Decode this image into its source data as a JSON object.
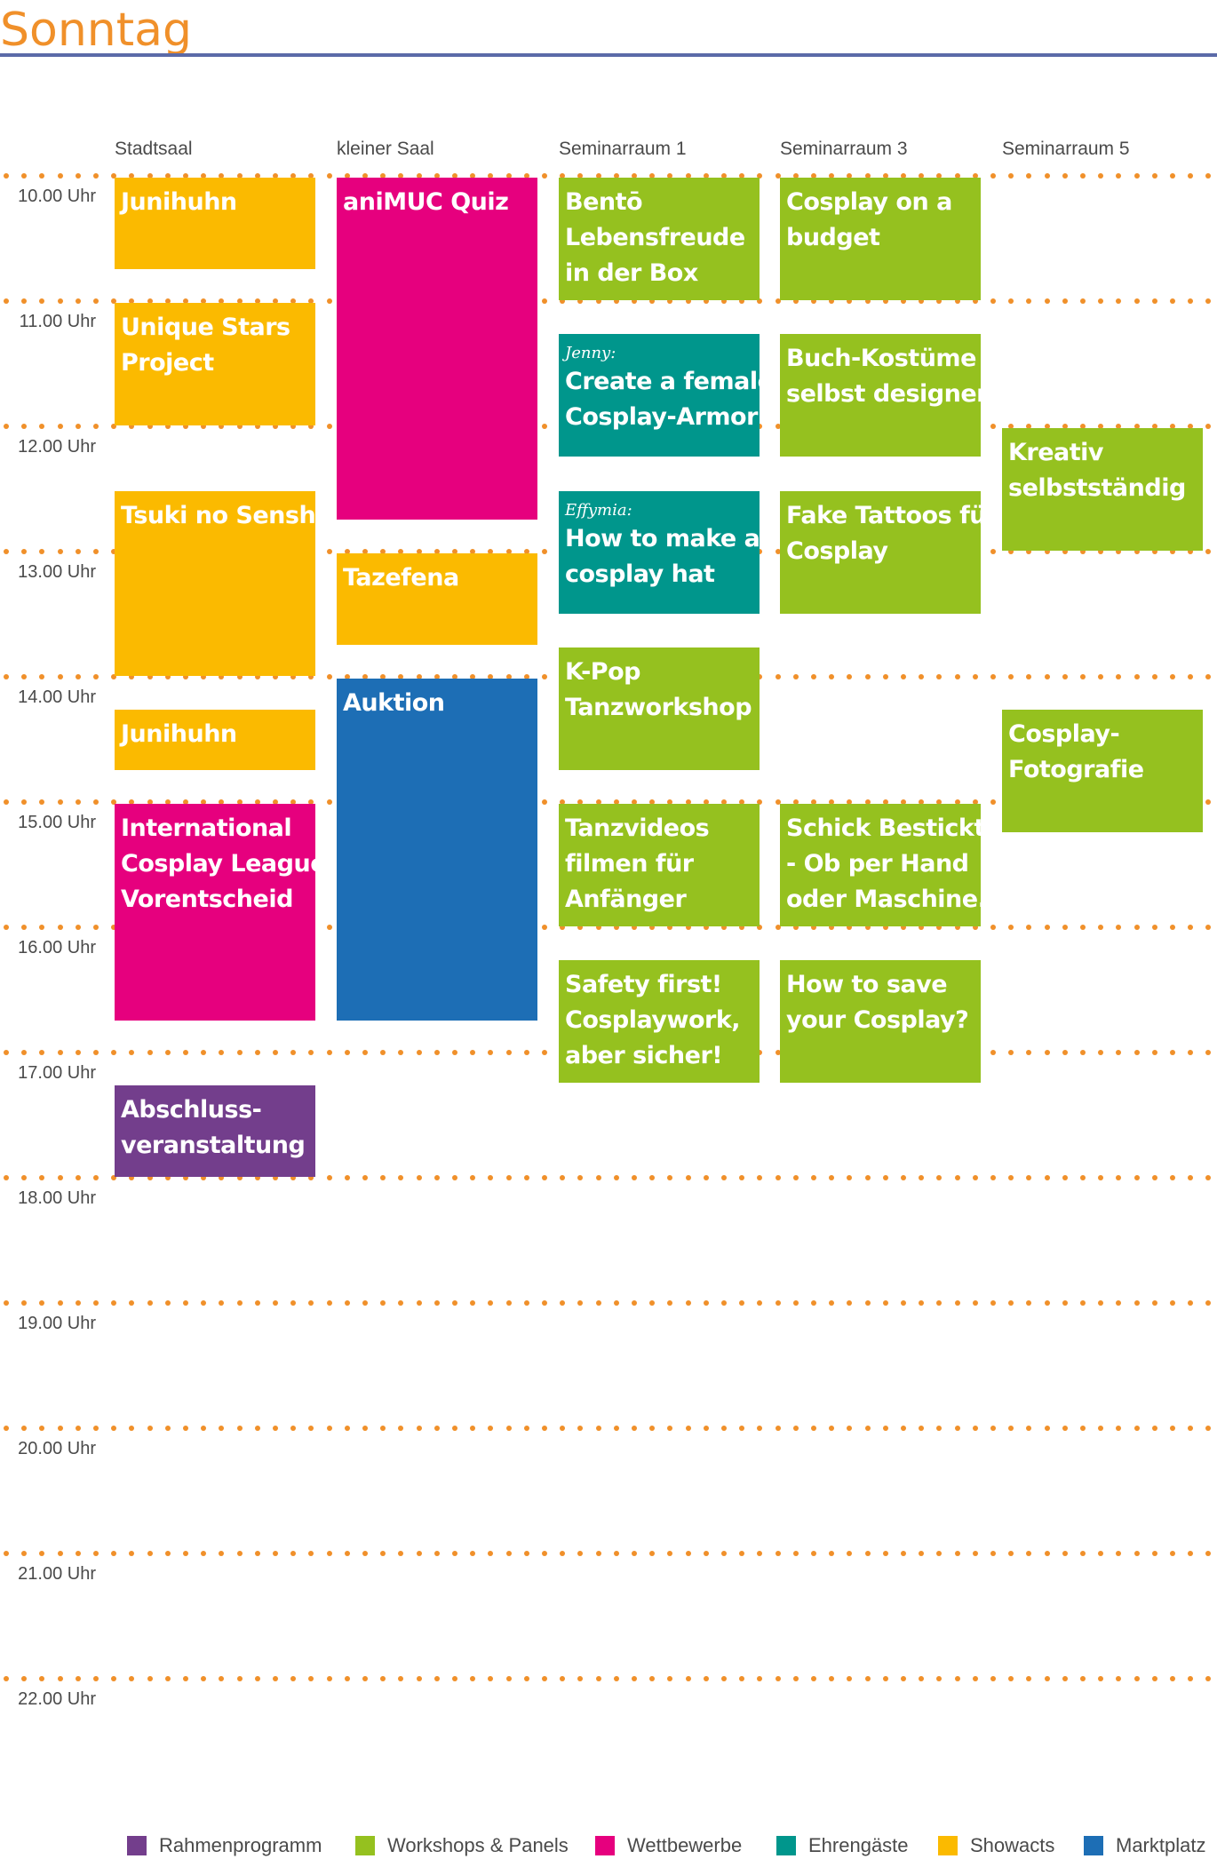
{
  "page_title": "Sonntag",
  "colors": {
    "rahmenprogramm": "#733e8c",
    "workshops": "#95c11f",
    "wettbewerbe": "#e6007e",
    "ehrengaeste": "#00968c",
    "showacts": "#fbba00",
    "marktplatz": "#1d6eb5",
    "grid_dots": "#f0902a",
    "title": "#f0902a",
    "title_rule": "#5b6aa8"
  },
  "rooms": [
    "Stadtsaal",
    "kleiner Saal",
    "Seminarraum 1",
    "Seminarraum 3",
    "Seminarraum 5"
  ],
  "times": [
    "10.00 Uhr",
    "11.00 Uhr",
    "12.00 Uhr",
    "13.00 Uhr",
    "14.00 Uhr",
    "15.00 Uhr",
    "16.00 Uhr",
    "17.00 Uhr",
    "18.00 Uhr",
    "19.00 Uhr",
    "20.00 Uhr",
    "21.00 Uhr",
    "22.00 Uhr"
  ],
  "events": [
    {
      "room": 0,
      "start": 10.0,
      "end": 10.75,
      "category": "showacts",
      "prefix": "",
      "lines": [
        "Junihuhn"
      ]
    },
    {
      "room": 0,
      "start": 11.0,
      "end": 12.0,
      "category": "showacts",
      "prefix": "",
      "lines": [
        "Unique Stars",
        "Project"
      ]
    },
    {
      "room": 0,
      "start": 12.5,
      "end": 14.0,
      "category": "showacts",
      "prefix": "",
      "lines": [
        "Tsuki no Senshi"
      ]
    },
    {
      "room": 0,
      "start": 14.25,
      "end": 14.75,
      "category": "showacts",
      "prefix": "",
      "lines": [
        "Junihuhn"
      ]
    },
    {
      "room": 0,
      "start": 15.0,
      "end": 16.75,
      "category": "wettbewerbe",
      "prefix": "",
      "lines": [
        "International",
        "Cosplay League",
        "Vorentscheid"
      ]
    },
    {
      "room": 0,
      "start": 17.25,
      "end": 18.0,
      "category": "rahmenprogramm",
      "prefix": "",
      "lines": [
        "Abschluss-",
        "veranstaltung"
      ]
    },
    {
      "room": 1,
      "start": 10.0,
      "end": 12.75,
      "category": "wettbewerbe",
      "prefix": "",
      "lines": [
        "aniMUC Quiz"
      ]
    },
    {
      "room": 1,
      "start": 13.0,
      "end": 13.75,
      "category": "showacts",
      "prefix": "",
      "lines": [
        "Tazefena"
      ]
    },
    {
      "room": 1,
      "start": 14.0,
      "end": 16.75,
      "category": "marktplatz",
      "prefix": "",
      "lines": [
        "Auktion"
      ]
    },
    {
      "room": 2,
      "start": 10.0,
      "end": 11.0,
      "category": "workshops",
      "prefix": "",
      "lines": [
        "Bentō",
        "Lebensfreude",
        "in der Box"
      ]
    },
    {
      "room": 2,
      "start": 11.25,
      "end": 12.25,
      "category": "ehrengaeste",
      "prefix": "Jenny:",
      "lines": [
        "Create a female",
        "Cosplay-Armor"
      ]
    },
    {
      "room": 2,
      "start": 12.5,
      "end": 13.5,
      "category": "ehrengaeste",
      "prefix": "Effymia:",
      "lines": [
        "How to make a",
        "cosplay hat"
      ]
    },
    {
      "room": 2,
      "start": 13.75,
      "end": 14.75,
      "category": "workshops",
      "prefix": "",
      "lines": [
        "K-Pop",
        "Tanzworkshop"
      ]
    },
    {
      "room": 2,
      "start": 15.0,
      "end": 16.0,
      "category": "workshops",
      "prefix": "",
      "lines": [
        "Tanzvideos",
        "filmen für",
        "Anfänger"
      ]
    },
    {
      "room": 2,
      "start": 16.25,
      "end": 17.25,
      "category": "workshops",
      "prefix": "",
      "lines": [
        "Safety first!",
        "Cosplaywork,",
        "aber sicher!"
      ]
    },
    {
      "room": 3,
      "start": 10.0,
      "end": 11.0,
      "category": "workshops",
      "prefix": "",
      "lines": [
        "Cosplay on a",
        "budget"
      ]
    },
    {
      "room": 3,
      "start": 11.25,
      "end": 12.25,
      "category": "workshops",
      "prefix": "",
      "lines": [
        "Buch-Kostüme",
        "selbst designen"
      ]
    },
    {
      "room": 3,
      "start": 12.5,
      "end": 13.5,
      "category": "workshops",
      "prefix": "",
      "lines": [
        "Fake Tattoos für",
        "Cosplay"
      ]
    },
    {
      "room": 3,
      "start": 15.0,
      "end": 16.0,
      "category": "workshops",
      "prefix": "",
      "lines": [
        "Schick Bestickt!",
        "- Ob per Hand",
        "oder Maschine..."
      ]
    },
    {
      "room": 3,
      "start": 16.25,
      "end": 17.25,
      "category": "workshops",
      "prefix": "",
      "lines": [
        "How to save",
        "your Cosplay?"
      ]
    },
    {
      "room": 4,
      "start": 12.0,
      "end": 13.0,
      "category": "workshops",
      "prefix": "",
      "lines": [
        "Kreativ",
        "selbstständig"
      ]
    },
    {
      "room": 4,
      "start": 14.25,
      "end": 15.25,
      "category": "workshops",
      "prefix": "",
      "lines": [
        "Cosplay-",
        "Fotografie"
      ]
    }
  ],
  "legend": [
    {
      "key": "rahmenprogramm",
      "label": "Rahmenprogramm"
    },
    {
      "key": "workshops",
      "label": "Workshops & Panels"
    },
    {
      "key": "wettbewerbe",
      "label": "Wettbewerbe"
    },
    {
      "key": "ehrengaeste",
      "label": "Ehrengäste"
    },
    {
      "key": "showacts",
      "label": "Showacts"
    },
    {
      "key": "marktplatz",
      "label": "Marktplatz"
    }
  ]
}
